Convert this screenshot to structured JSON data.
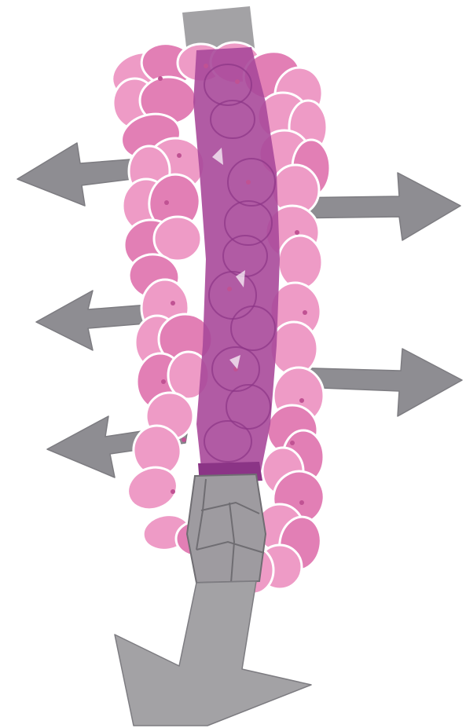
{
  "diagram": {
    "colors": {
      "background": "#ffffff",
      "arrow": "#8e8d92",
      "arrow_edge": "#7d7c81",
      "stalk": "#a3a2a5",
      "cell_light": "#ee9bc6",
      "cell_mid": "#e27fb5",
      "cell_outline": "#ffffff",
      "core": "#a8499a",
      "core_dark": "#8b3486",
      "nucleus": "#c05293",
      "root_cells": "#9e9ba0",
      "root_outline": "#6f6d72"
    },
    "arrows": [
      {
        "id": "arrow-upper-left",
        "direction": "left"
      },
      {
        "id": "arrow-upper-right",
        "direction": "right"
      },
      {
        "id": "arrow-middle-left",
        "direction": "left"
      },
      {
        "id": "arrow-middle-right",
        "direction": "right"
      },
      {
        "id": "arrow-lower-left",
        "direction": "left"
      },
      {
        "id": "arrow-bottom-down",
        "direction": "down"
      }
    ]
  }
}
